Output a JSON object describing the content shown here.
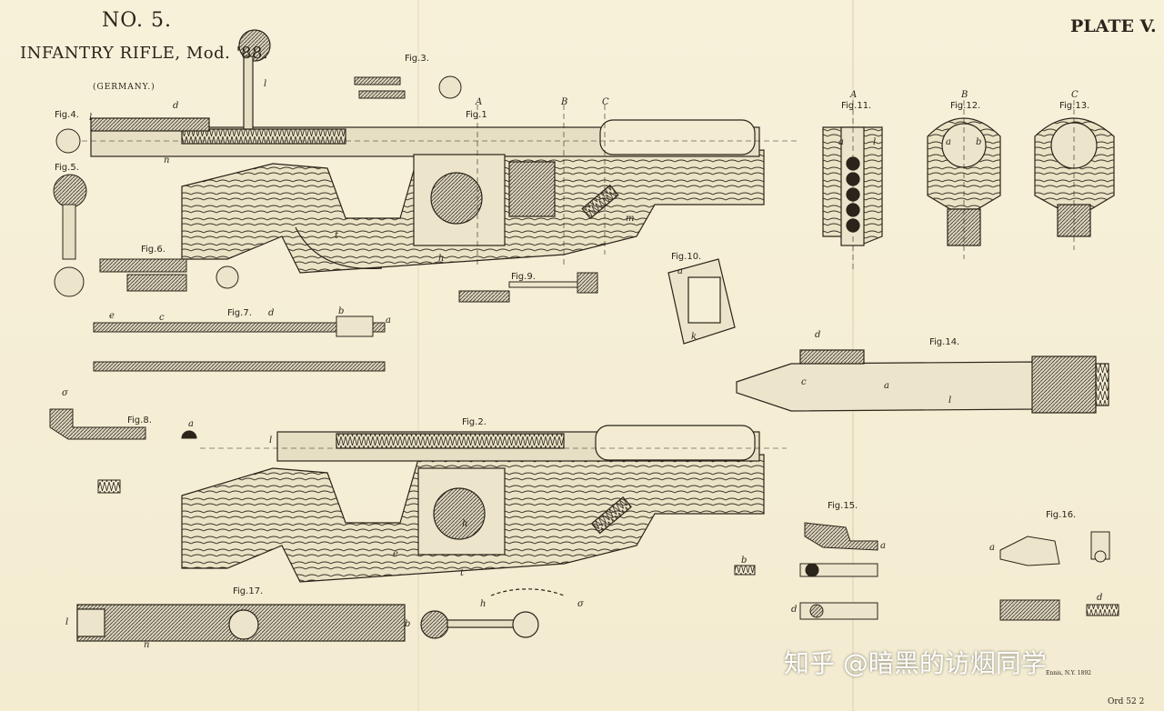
{
  "header": {
    "number": "NO. 5.",
    "title": "INFANTRY RIFLE, Mod. '88.",
    "country": "(GERMANY.)",
    "plate": "PLATE V."
  },
  "footer": {
    "ord": "Ord 52 2",
    "printer": "Ennis, N.Y. 1892"
  },
  "watermark": "知乎 @暗黑的访烟同学",
  "figures": [
    {
      "id": "fig1",
      "label": "Fig.1"
    },
    {
      "id": "fig2",
      "label": "Fig.2."
    },
    {
      "id": "fig3",
      "label": "Fig.3."
    },
    {
      "id": "fig4",
      "label": "Fig.4."
    },
    {
      "id": "fig5",
      "label": "Fig.5."
    },
    {
      "id": "fig6",
      "label": "Fig.6."
    },
    {
      "id": "fig7",
      "label": "Fig.7."
    },
    {
      "id": "fig8",
      "label": "Fig.8."
    },
    {
      "id": "fig9",
      "label": "Fig.9."
    },
    {
      "id": "fig10",
      "label": "Fig.10."
    },
    {
      "id": "fig11",
      "label": "Fig.11."
    },
    {
      "id": "fig12",
      "label": "Fig.12."
    },
    {
      "id": "fig13",
      "label": "Fig.13."
    },
    {
      "id": "fig14",
      "label": "Fig.14."
    },
    {
      "id": "fig15",
      "label": "Fig.15."
    },
    {
      "id": "fig16",
      "label": "Fig.16."
    },
    {
      "id": "fig17",
      "label": "Fig.17."
    }
  ],
  "letters": [
    "A",
    "B",
    "C",
    "a",
    "b",
    "c",
    "d",
    "e",
    "f",
    "h",
    "k",
    "l",
    "m",
    "n",
    "t",
    "σ"
  ]
}
